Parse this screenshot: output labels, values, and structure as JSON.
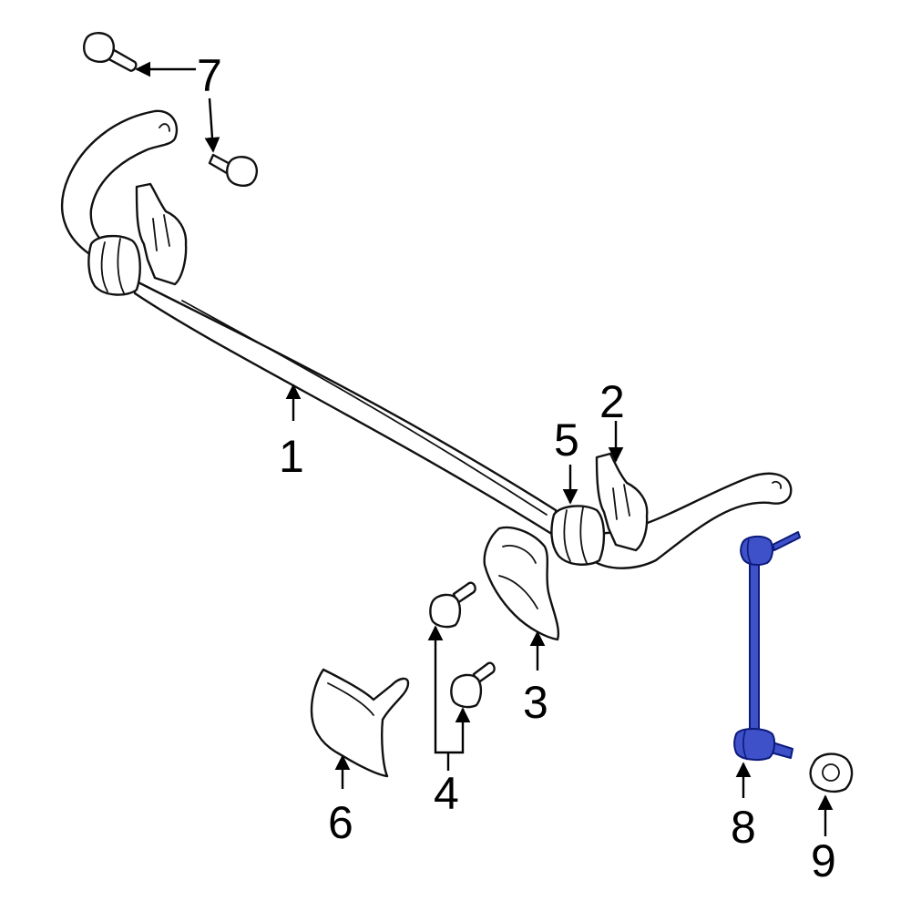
{
  "colors": {
    "highlight_fill": "#3f51c9",
    "highlight_stroke": "#0c1a7a",
    "line": "#111111",
    "background": "#ffffff"
  },
  "callouts": {
    "c1": "1",
    "c2": "2",
    "c3": "3",
    "c4": "4",
    "c5": "5",
    "c6": "6",
    "c7": "7",
    "c8": "8",
    "c9": "9"
  },
  "highlighted_part": "8"
}
